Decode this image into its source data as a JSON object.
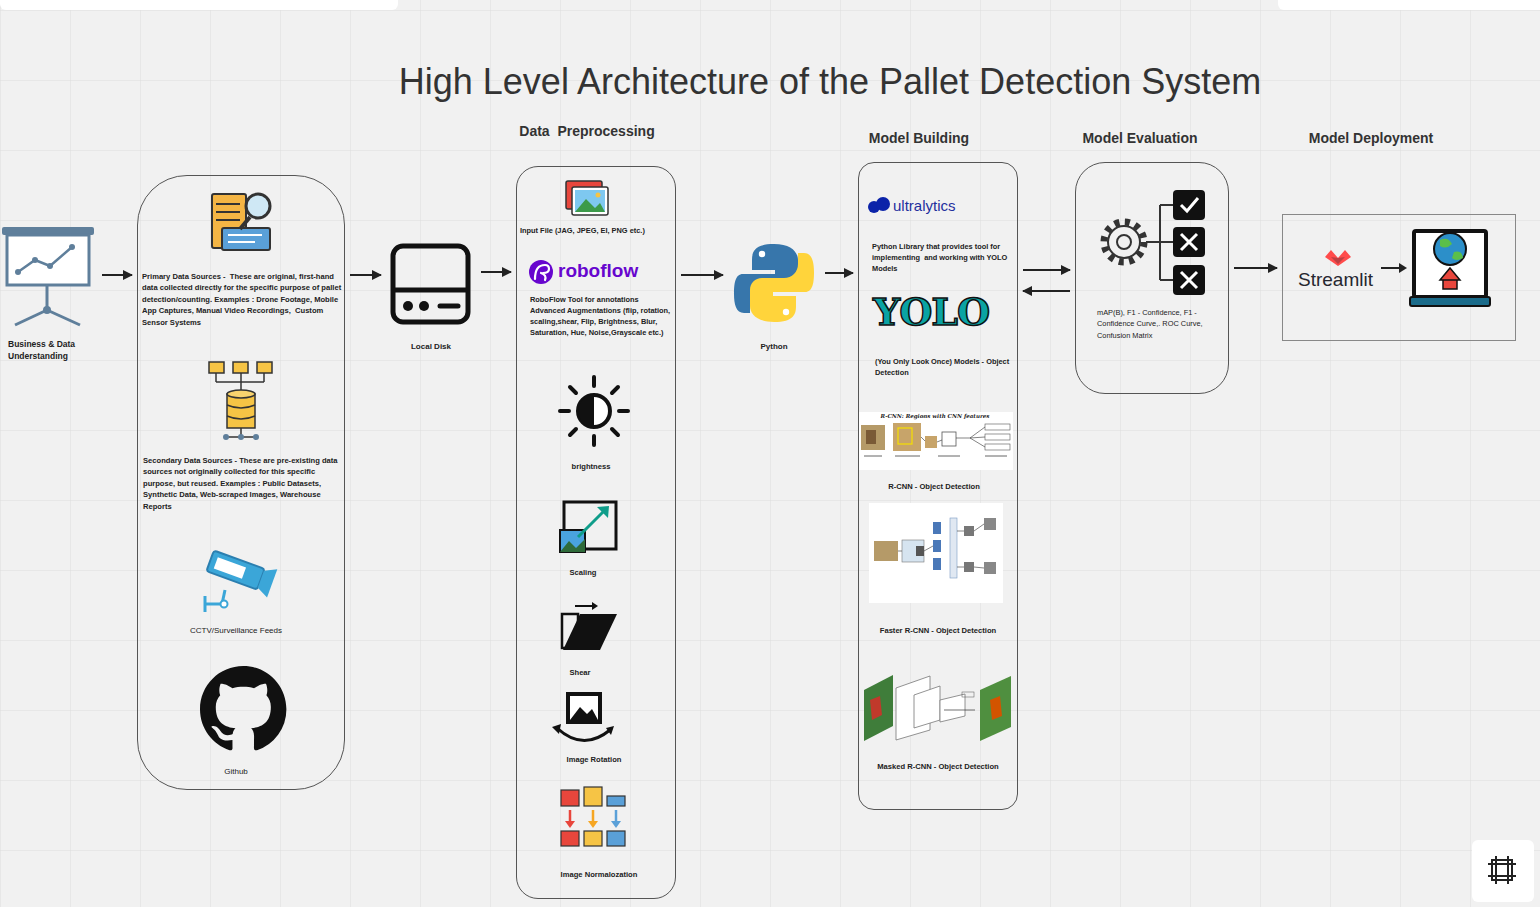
{
  "diagram": {
    "title": "High Level Architecture of the Pallet Detection System",
    "nodes": [
      {
        "text": [
          "Business & Data Understanding"
        ]
      },
      {
        "text": [
          "Primary Data Sources -  These are original, first-hand data collected directly for the specific purpose of pallet detection/counting. Examples : Drone Footage, Mobile App Captures, Manual Video Recordings,  Custom Sensor Systems",
          "Secondary Data Sources - These are pre-existing data sources not originally collected for this specific purpose, but reused. Examples : Public Datasets, Synthetic Data, Web-scraped Images, Warehouse Reports",
          "CCTV/Surveillance Feeds",
          "Github"
        ]
      },
      {
        "text": [
          "Local Disk"
        ]
      },
      {
        "text": [
          "Data  Preprocessing",
          "Input File (JAG, JPEG, EI, PNG etc.)",
          "roboflow",
          "RoboFlow Tool for annotations Advanced Augmentations (flip, rotation, scaling,shear, Flip, Brightness, Blur, Saturation, Hue, Noise,Grayscale etc.)",
          "brightness",
          "Scaling",
          "Shear",
          "Image Rotation",
          "Image Normalozation"
        ]
      },
      {
        "text": [
          "Python"
        ]
      },
      {
        "text": [
          "Model Building",
          "ultralytics",
          "Python Library that provides tool for implementing  and working with YOLO Models",
          "YOLO",
          "(You Only Look Once) Models - Object Detection",
          "R-CNN - Object Detection",
          "Faster R-CNN - Object Detection",
          "Masked R-CNN - Object Detection"
        ]
      },
      {
        "text": [
          "Model Evaluation",
          "mAP(B), F1 - Confidence, F1 - Confidence Curve,. ROC Curve, Confusion Matrix"
        ]
      },
      {
        "text": [
          "Model Deployment",
          "Streamlit"
        ]
      }
    ],
    "edges": [
      {
        "from": 0,
        "to": 1,
        "arrow": "to"
      },
      {
        "from": 1,
        "to": 2,
        "arrow": "to"
      },
      {
        "from": 2,
        "to": 3,
        "arrow": "to"
      },
      {
        "from": 3,
        "to": 4,
        "arrow": "to"
      },
      {
        "from": 4,
        "to": 5,
        "arrow": "to"
      },
      {
        "from": 5,
        "to": 6,
        "arrow": "to"
      },
      {
        "from": 6,
        "to": 5,
        "arrow": "to"
      },
      {
        "from": 6,
        "to": 7,
        "arrow": "to"
      }
    ],
    "labels": [
      "R-CNN: Regions with CNN features"
    ]
  }
}
